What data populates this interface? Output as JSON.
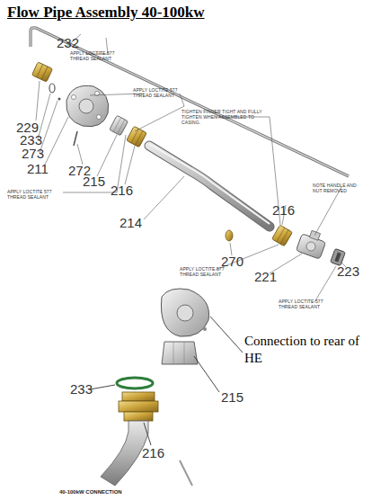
{
  "diagram": {
    "title": "Flow Pipe Assembly 40-100kw",
    "labels": [
      "232",
      "APPLY LOCTITE 577 THREAD SEALANT",
      "229",
      "APPLY LOCTITE 577 THREAD SEALANT",
      "233",
      "TIGHTEN FINGER TIGHT AND FULLY TIGHTEN WHEN ASSEMBLED TO CASING.",
      "273",
      "211",
      "272",
      "215",
      "216",
      "APPLY LOCTITE 577 THREAD SEALANT",
      "NOTE HANDLE AND NUT REMOVED",
      "216",
      "214",
      "270",
      "APPLY LOCTITE 577 THREAD SEALANT",
      "221",
      "223",
      "APPLY LOCTITE 577 THREAD SEALANT",
      "Connection to rear of HE",
      "233",
      "215",
      "216",
      "40-100kW CONNECTION"
    ]
  }
}
